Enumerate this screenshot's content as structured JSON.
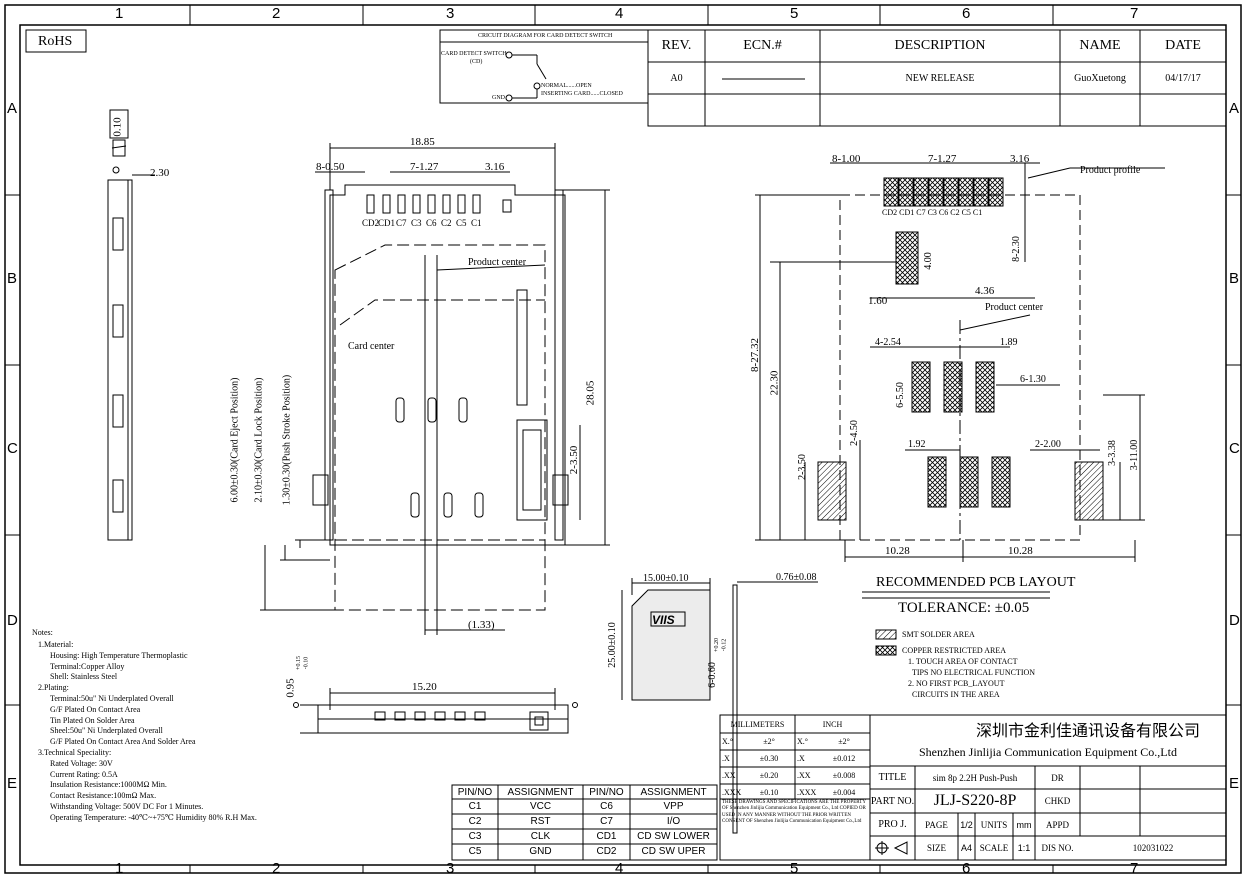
{
  "zones": {
    "cols": [
      "1",
      "2",
      "3",
      "4",
      "5",
      "6",
      "7"
    ],
    "rows": [
      "A",
      "B",
      "C",
      "D",
      "E"
    ]
  },
  "rohs": "RoHS",
  "circuit": {
    "title": "CRICUIT DIAGRAM FOR CARD DETECT SWITCH",
    "switch_label": "CARD DETECT SWITCH",
    "cd": "(CD)",
    "gnd": "GND",
    "normal": "NORMAL......OPEN",
    "inserting": "INSERTING CARD......CLOSED"
  },
  "revision": {
    "headers": [
      "REV.",
      "ECN.#",
      "DESCRIPTION",
      "NAME",
      "DATE"
    ],
    "row": [
      "A0",
      "",
      "NEW RELEASE",
      "GuoXuetong",
      "04/17/17"
    ]
  },
  "side_view": {
    "thickness": "0.10",
    "width": "2.30"
  },
  "top_view": {
    "overall": "18.85",
    "left_pitch": "8-0.50",
    "pitch": "7-1.27",
    "right": "3.16",
    "pins": [
      "CD2",
      "CD1",
      "C7",
      "C3",
      "C6",
      "C2",
      "C5",
      "C1"
    ],
    "product_center": "Product center",
    "card_center": "Card center",
    "height": "28.05",
    "slot": "2-3.50",
    "eject": "6.00±0.30(Card Eject Position)",
    "lock": "2.10±0.30(Card Lock Position)",
    "push": "1.30±0.30(Push Stroke Position)",
    "offset": "(1.33)"
  },
  "front_view": {
    "width": "15.20",
    "height": "0.95",
    "tol_hi": "+0.15",
    "tol_lo": "-0.10"
  },
  "card": {
    "width": "15.00±0.10",
    "height": "25.00±0.10",
    "thick": "0.76±0.08",
    "notch": "6-0.60",
    "notch_hi": "+0.20",
    "notch_lo": "-0.12"
  },
  "pcb": {
    "pitch_left": "8-1.00",
    "pitch": "7-1.27",
    "right": "3.16",
    "product_profile": "Product profile",
    "pins": "CD2 CD1 C7 C3 C6 C2 C5 C1",
    "d_230": "8-2.30",
    "d_400": "4.00",
    "d_160": "1.60",
    "d_436": "4.36",
    "product_center": "Product center",
    "d_254": "4-2.54",
    "d_189": "1.89",
    "d_550": "6-5.50",
    "d_130": "6-1.30",
    "d_450": "2-4.50",
    "d_192": "1.92",
    "d_200": "2-2.00",
    "d_338": "3-3.38",
    "d_1100": "3-11.00",
    "d_350": "2-3.50",
    "d_2732": "8-27.32",
    "d_2230": "22.30",
    "w_left": "10.28",
    "w_right": "10.28",
    "title": "RECOMMENDED PCB LAYOUT",
    "tolerance": "TOLERANCE: ±0.05",
    "legend_smt": "SMT SOLDER AREA",
    "legend_copper": "COPPER RESTRICTED AREA",
    "legend_notes": [
      "1. TOUCH AREA OF CONTACT",
      "TIPS NO ELECTRICAL FUNCTION",
      "2. NO FIRST PCB_LAYOUT",
      "CIRCUITS IN THE AREA"
    ]
  },
  "notes": {
    "title": "Notes:",
    "lines": [
      "1.Material:",
      "Housing: High Temperature Thermoplastic",
      "Terminal:Copper Alloy",
      "Shell: Stainless Steel",
      "2.Plating:",
      "Terminal:50u\" Ni Underplated Overall",
      "G/F Plated On Contact Area",
      "Tin Plated On Solder Area",
      "Sheel:50u\" Ni Underplated Overall",
      "G/F Plated On Contact Area And Solder Area",
      "3.Technical Speciality:",
      "Rated Voltage: 30V",
      "Current Rating: 0.5A",
      "Insulation Resistance:1000MΩ Min.",
      "Contact Resistance:100mΩ Max.",
      "Withstanding Voltage: 500V DC For 1 Minutes.",
      "Operating Temperature: -40℃~+75℃ Humidity 80% R.H Max."
    ]
  },
  "pin_table": {
    "headers": [
      "PIN/NO",
      "ASSIGNMENT",
      "PIN/NO",
      "ASSIGNMENT"
    ],
    "rows": [
      [
        "C1",
        "VCC",
        "C6",
        "VPP"
      ],
      [
        "C2",
        "RST",
        "C7",
        "I/O"
      ],
      [
        "C3",
        "CLK",
        "CD1",
        "CD SW LOWER"
      ],
      [
        "C5",
        "GND",
        "CD2",
        "CD SW UPER"
      ]
    ]
  },
  "tolerance_table": {
    "headers": [
      "MILLIMETERS",
      "INCH"
    ],
    "rows": [
      [
        "X.°",
        "±2°",
        "X.°",
        "±2°"
      ],
      [
        ".X",
        "±0.30",
        ".X",
        "±0.012"
      ],
      [
        ".XX",
        "±0.20",
        ".XX",
        "±0.008"
      ],
      [
        ".XXX",
        "±0.10",
        ".XXX",
        "±0.004"
      ]
    ],
    "disclaimer": "THESE DRAWINGS AND SPECIFICATIONS ARE THE PROPERTY OF Shenzhen Jinlijia Communication Equipment Co., Ltd COPIED OR USED IN ANY MANNER WITHOUT THE PRIOR WRITTEN CONSENT OF Shenzhen Jinlijia Communication Equipment Co.,Ltd"
  },
  "title_block": {
    "company_cn": "深圳市金利佳通讯设备有限公司",
    "company_en": "Shenzhen Jinlijia Communication Equipment Co.,Ltd",
    "title_label": "TITLE",
    "title_value": "sim 8p 2.2H Push-Push",
    "dr": "DR",
    "part_label": "PART NO.",
    "part_value": "JLJ-S220-8P",
    "chkd": "CHKD",
    "proj": "PRO J.",
    "page_label": "PAGE",
    "page_value": "1/2",
    "units_label": "UNITS",
    "units_value": "mm",
    "appd": "APPD",
    "size_label": "SIZE",
    "size_value": "A4",
    "scale_label": "SCALE",
    "scale_value": "1:1",
    "dis_label": "DIS NO.",
    "dis_value": "102031022"
  }
}
